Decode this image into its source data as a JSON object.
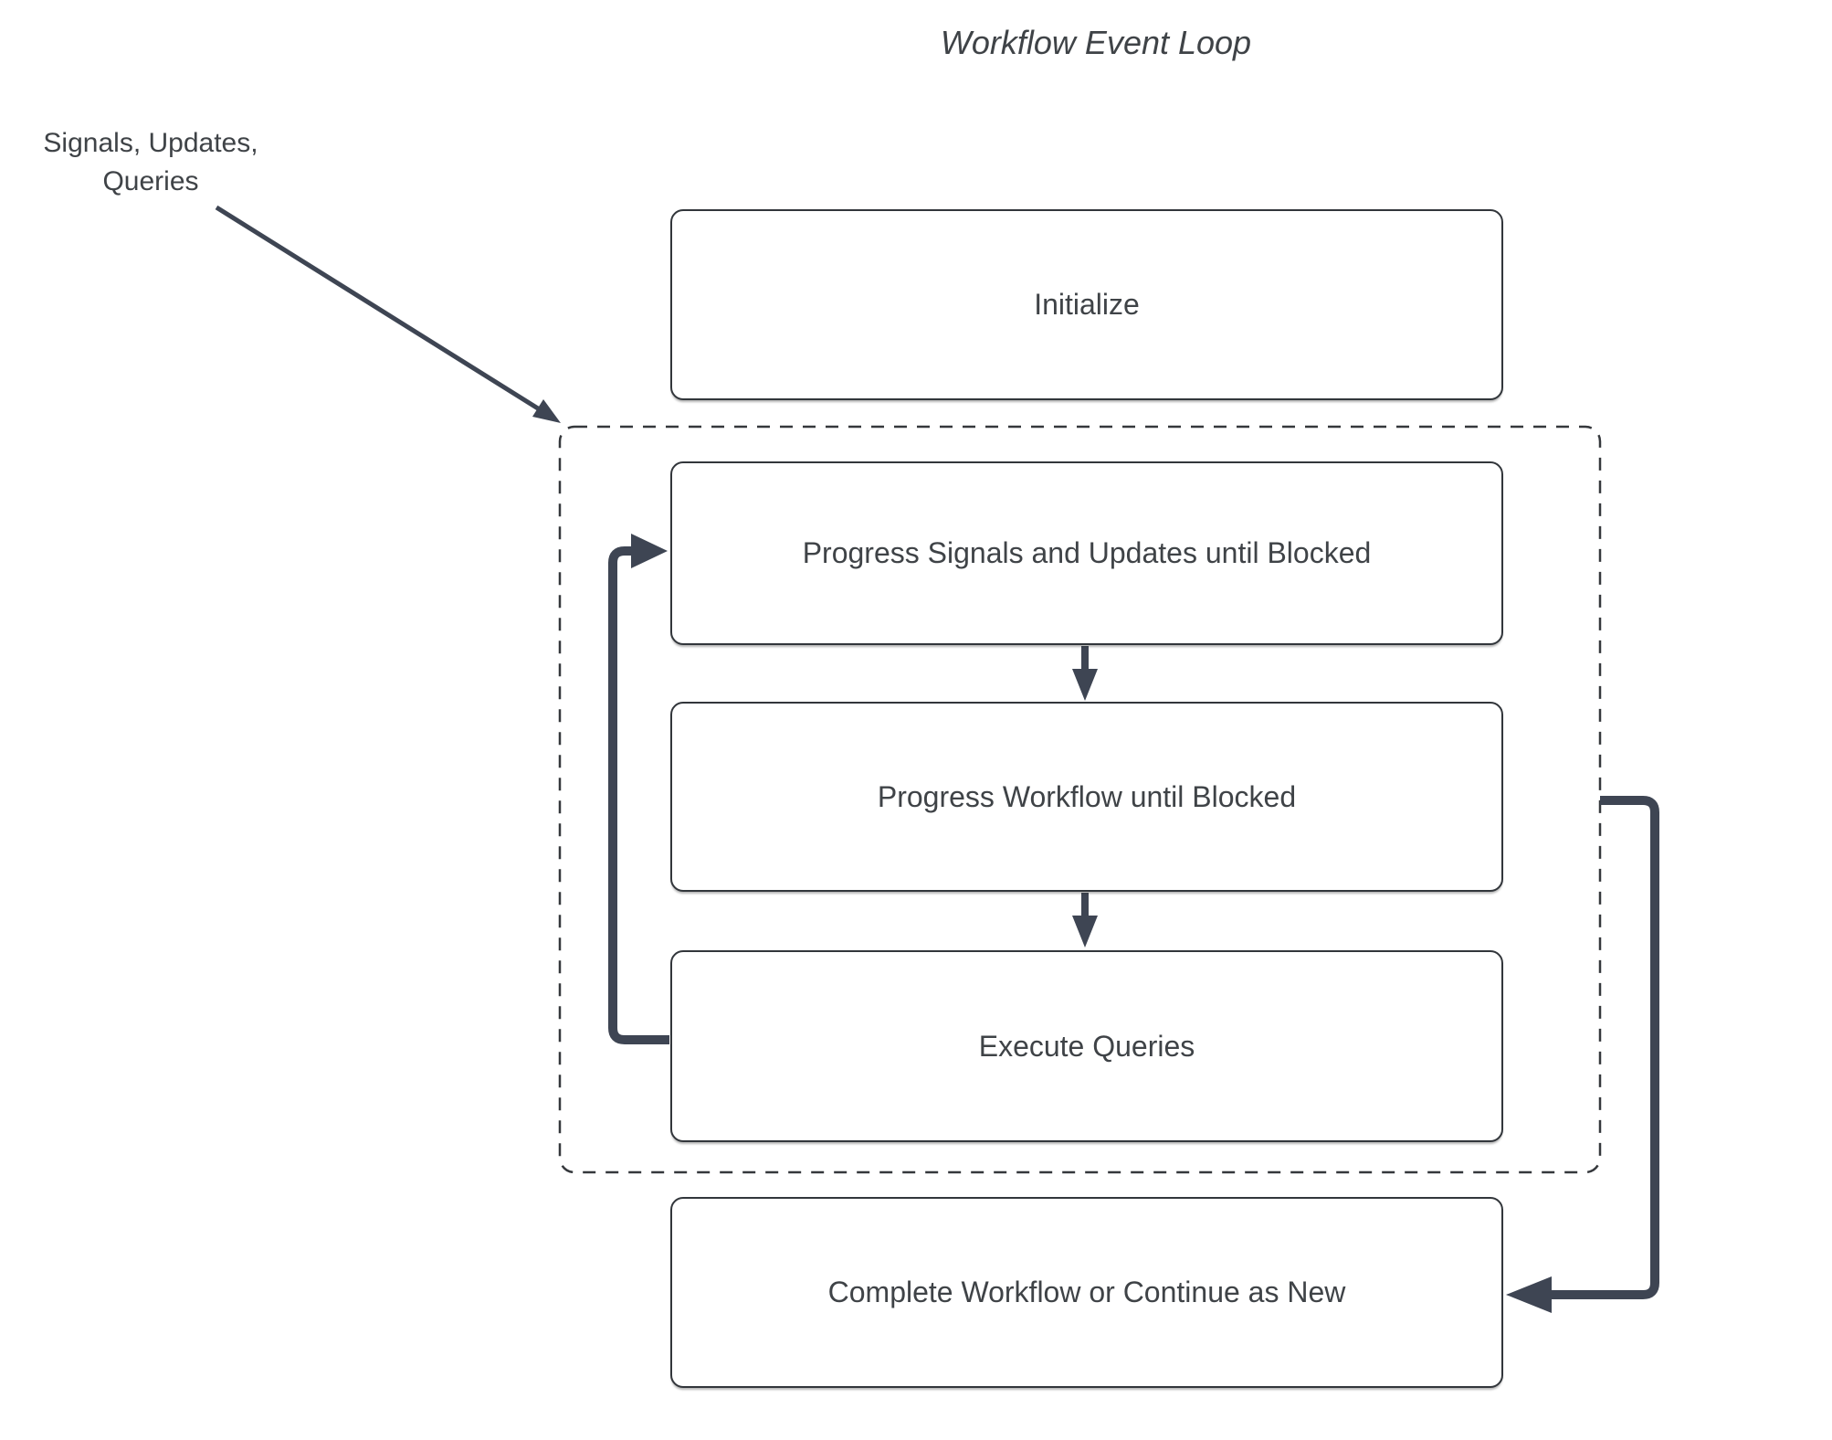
{
  "title": "Workflow Event Loop",
  "input_label": {
    "line1": "Signals, Updates,",
    "line2": "Queries"
  },
  "nodes": [
    {
      "id": "initialize",
      "label": "Initialize"
    },
    {
      "id": "progress-signals",
      "label": "Progress Signals and Updates until Blocked"
    },
    {
      "id": "progress-workflow",
      "label": "Progress Workflow until Blocked"
    },
    {
      "id": "execute-queries",
      "label": "Execute Queries"
    },
    {
      "id": "complete-workflow",
      "label": "Complete Workflow or Continue as New"
    }
  ],
  "connectors": [
    {
      "id": "input-arrow",
      "from": "Signals, Updates, Queries label",
      "to": "event loop group"
    },
    {
      "id": "signals-to-workflow",
      "from": "Progress Signals and Updates until Blocked",
      "to": "Progress Workflow until Blocked"
    },
    {
      "id": "workflow-to-queries",
      "from": "Progress Workflow until Blocked",
      "to": "Execute Queries"
    },
    {
      "id": "queries-loop-back",
      "from": "Execute Queries",
      "to": "Progress Signals and Updates until Blocked"
    },
    {
      "id": "group-to-complete",
      "from": "event loop group",
      "to": "Complete Workflow or Continue as New"
    }
  ],
  "colors": {
    "background": "#ffffff",
    "connector": "#3e4553",
    "node_border": "#32363b",
    "group_border": "#35383c",
    "text": "#3f4347"
  }
}
